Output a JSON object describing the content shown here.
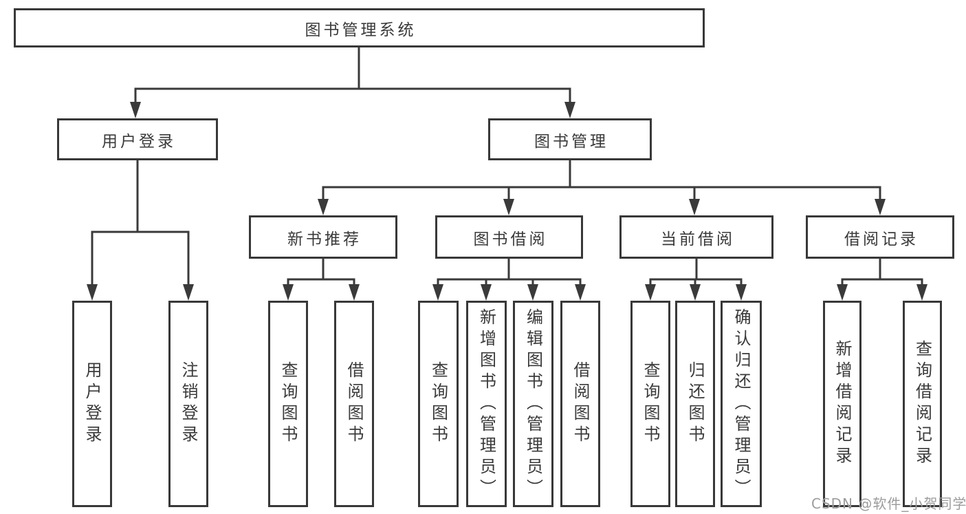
{
  "diagram": {
    "root": {
      "label": "图书管理系统"
    },
    "branches": [
      {
        "label": "用户登录",
        "children": [
          {
            "label": "用户登录"
          },
          {
            "label": "注销登录"
          }
        ]
      },
      {
        "label": "图书管理",
        "children": [
          {
            "label": "新书推荐",
            "children": [
              {
                "label": "查询图书"
              },
              {
                "label": "借阅图书"
              }
            ]
          },
          {
            "label": "图书借阅",
            "children": [
              {
                "label": "查询图书"
              },
              {
                "label": "新增图书（管理员）"
              },
              {
                "label": "编辑图书（管理员）"
              },
              {
                "label": "借阅图书"
              }
            ]
          },
          {
            "label": "当前借阅",
            "children": [
              {
                "label": "查询图书"
              },
              {
                "label": "归还图书"
              },
              {
                "label": "确认归还（管理员）"
              }
            ]
          },
          {
            "label": "借阅记录",
            "children": [
              {
                "label": "新增借阅记录"
              },
              {
                "label": "查询借阅记录"
              }
            ]
          }
        ]
      }
    ]
  },
  "watermark": "CSDN @软件_小贺同学",
  "colors": {
    "line": "#3a3a3a",
    "box_border": "#383838",
    "box_fill": "#ffffff",
    "text": "#3a3a3a",
    "watermark": "#9c9c9c",
    "background": "#ffffff"
  }
}
